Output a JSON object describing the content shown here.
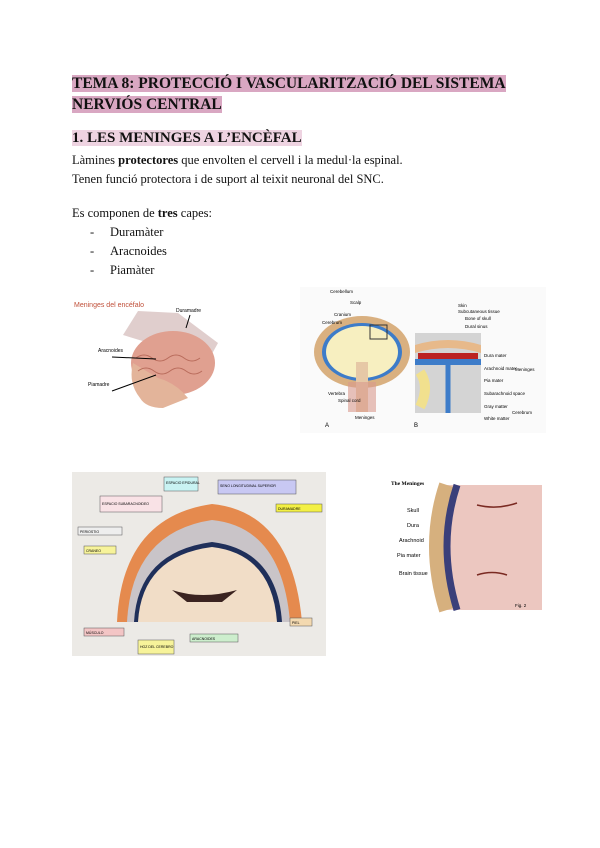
{
  "title": "TEMA 8: PROTECCIÓ I VASCULARITZACIÓ DEL SISTEMA NERVIÓS CENTRAL",
  "section1": {
    "heading": "1. LES MENINGES A L’ENCÈFAL",
    "line1_a": "Làmines ",
    "line1_b": "protectores",
    "line1_c": " que envolten el cervell i la medul·la espinal.",
    "line2": "Tenen funció protectora i de suport al teixit neuronal del SNC.",
    "line3_a": "Es componen de ",
    "line3_b": "tres",
    "line3_c": " capes:",
    "list": [
      "Duramàter",
      "Aracnoides",
      "Piamàter"
    ],
    "bullet": "-"
  },
  "figures": {
    "fig1": {
      "title": "Meninges del encéfalo",
      "labels": [
        "Duramadre",
        "Aracnoides",
        "Piamadre"
      ]
    },
    "fig2": {
      "labels_a": [
        "Cerebellum",
        "Scalp",
        "Cranium",
        "Cerebrum",
        "Vertebra",
        "Spinal cord",
        "Meninges"
      ],
      "labels_b": [
        "Skin",
        "Subcutaneous tissue",
        "Bone of skull",
        "Dural sinus",
        "Dura mater",
        "Arachnoid mater",
        "Pia mater",
        "Subarachnoid space",
        "Gray matter",
        "White matter"
      ],
      "group_meninges": "Meninges",
      "group_cerebrum": "Cerebrum",
      "panel_a": "A",
      "panel_b": "B"
    },
    "fig3": {
      "labels": [
        "ESPACIO EPIDURAL",
        "SENO LONGITUDINAL SUPERIOR",
        "ESPACIO SUBARACNOIDEO",
        "PERIOSTIO",
        "DURAMADRE",
        "CRANEO",
        "MÚSCULO",
        "PIEL",
        "HOZ DEL CEREBRO",
        "ARACNOIDES"
      ]
    },
    "fig4": {
      "title": "The Meninges",
      "labels": [
        "Skull",
        "Dura",
        "Arachnoid",
        "Pia mater",
        "Brain tissue"
      ],
      "caption": "Fig. 2"
    }
  },
  "colors": {
    "title_highlight": "#d9a7c2",
    "heading_highlight": "#eed3e1"
  }
}
